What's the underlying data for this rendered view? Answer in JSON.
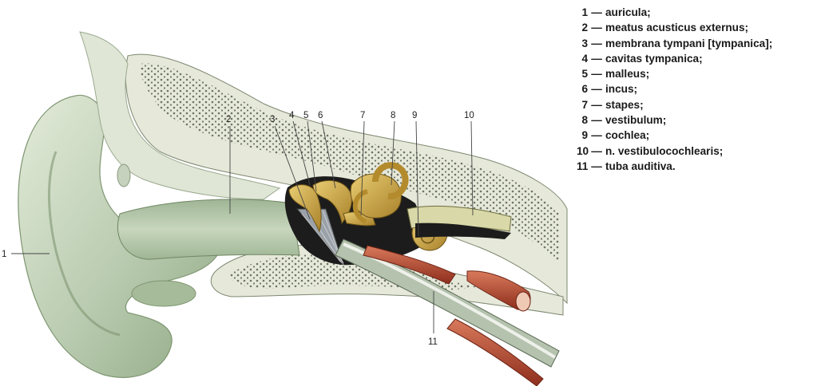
{
  "diagram": {
    "labels": [
      {
        "num": "1",
        "text": "auricula;"
      },
      {
        "num": "2",
        "text": "meatus acusticus externus;"
      },
      {
        "num": "3",
        "text": "membrana tympani [tympanica];"
      },
      {
        "num": "4",
        "text": "cavitas tympanica;"
      },
      {
        "num": "5",
        "text": "malleus;"
      },
      {
        "num": "6",
        "text": "incus;"
      },
      {
        "num": "7",
        "text": "stapes;"
      },
      {
        "num": "8",
        "text": "vestibulum;"
      },
      {
        "num": "9",
        "text": "cochlea;"
      },
      {
        "num": "10",
        "text": "n. vestibulocochlearis;"
      },
      {
        "num": "11",
        "text": "tuba auditiva."
      }
    ],
    "dash": "—",
    "colors": {
      "skin": "#c9d8bf",
      "skin_dark": "#8fa883",
      "bone": "#e6e8da",
      "bone_dots": "#55604f",
      "ossicles": "#c9a64a",
      "dark_cavity": "#1c1c1c",
      "vessel": "#b4492f"
    }
  }
}
